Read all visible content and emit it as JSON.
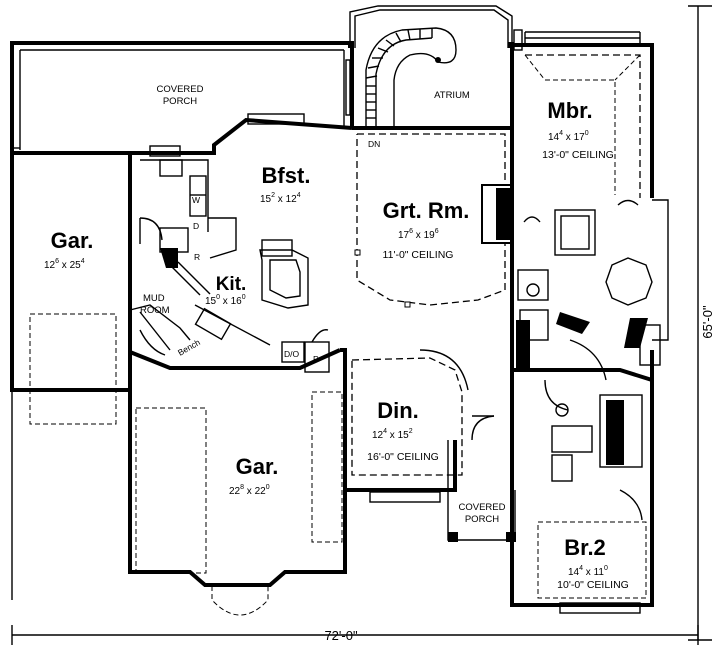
{
  "rooms": {
    "covered_porch_top": {
      "line1": "COVERED",
      "line2": "PORCH"
    },
    "atrium": {
      "name": "ATRIUM"
    },
    "dn": {
      "name": "DN"
    },
    "master": {
      "name": "Mbr.",
      "dim_w": "14",
      "dim_w_in": "4",
      "dim_l": "17",
      "dim_l_in": "0",
      "ceiling": "13'-0\" CEILING"
    },
    "breakfast": {
      "name": "Bfst.",
      "dim_w": "15",
      "dim_w_in": "2",
      "dim_l": "12",
      "dim_l_in": "4"
    },
    "great_room": {
      "name": "Grt. Rm.",
      "dim_w": "17",
      "dim_w_in": "6",
      "dim_l": "19",
      "dim_l_in": "6",
      "ceiling": "11'-0\" CEILING"
    },
    "garage_side": {
      "name": "Gar.",
      "dim_w": "12",
      "dim_w_in": "6",
      "dim_l": "25",
      "dim_l_in": "4"
    },
    "kitchen": {
      "name": "Kit.",
      "dim_w": "15",
      "dim_w_in": "0",
      "dim_l": "16",
      "dim_l_in": "0"
    },
    "mud_room": {
      "line1": "MUD",
      "line2": "ROOM"
    },
    "bench": {
      "name": "Bench"
    },
    "washer": {
      "name": "W"
    },
    "dryer": {
      "name": "D"
    },
    "refrigerator": {
      "name": "R"
    },
    "dishwasher_oven": {
      "name": "D/O"
    },
    "pantry": {
      "name": "P"
    },
    "dining": {
      "name": "Din.",
      "dim_w": "12",
      "dim_w_in": "4",
      "dim_l": "15",
      "dim_l_in": "2",
      "ceiling": "16'-0\" CEILING"
    },
    "garage_main": {
      "name": "Gar.",
      "dim_w": "22",
      "dim_w_in": "8",
      "dim_l": "22",
      "dim_l_in": "0"
    },
    "covered_porch_front": {
      "line1": "COVERED",
      "line2": "PORCH"
    },
    "bedroom2": {
      "name": "Br.2",
      "dim_w": "14",
      "dim_w_in": "4",
      "dim_l": "11",
      "dim_l_in": "0",
      "ceiling": "10'-0\" CEILING"
    }
  },
  "dimensions": {
    "overall_width": "72'-0\"",
    "overall_depth": "65'-0\""
  }
}
